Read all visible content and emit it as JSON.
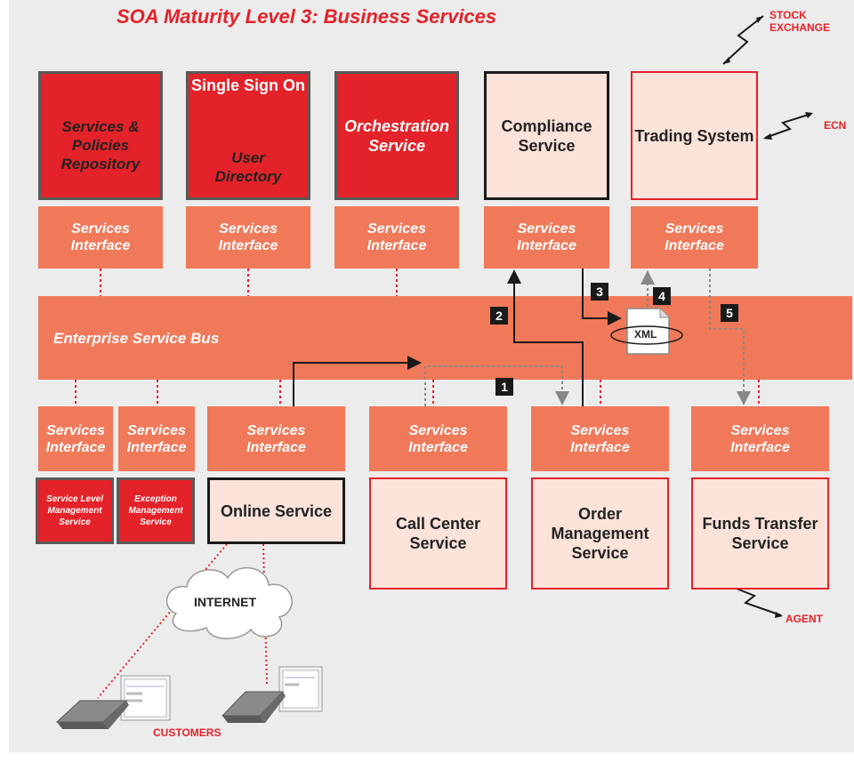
{
  "title": "SOA Maturity Level 3: Business Services",
  "external": {
    "stock_exchange": "STOCK EXCHANGE",
    "ecn": "ECN",
    "agent": "AGENT",
    "customers": "CUSTOMERS",
    "internet": "INTERNET"
  },
  "top_services": {
    "repository": "Services & Policies Repository",
    "sso": "Single Sign On",
    "user_directory": "User Directory",
    "orchestration": "Orchestration Service",
    "compliance": "Compliance Service",
    "trading": "Trading System"
  },
  "interface": {
    "line1": "Services",
    "line2": "Interface"
  },
  "esb": "Enterprise Service Bus",
  "bottom_services": {
    "service_level": "Service Level Management Service",
    "exception": "Exception Management Service",
    "online": "Online Service",
    "call_center": "Call Center Service",
    "order_mgmt": "Order Management Service",
    "funds_transfer": "Funds Transfer Service"
  },
  "xml_label": "XML",
  "steps": [
    "1",
    "2",
    "3",
    "4",
    "5"
  ],
  "colors": {
    "accent_red": "#e42229",
    "interface_salmon": "#f0795a",
    "service_pink": "#fbe3d9",
    "background_gray": "#ececec"
  }
}
